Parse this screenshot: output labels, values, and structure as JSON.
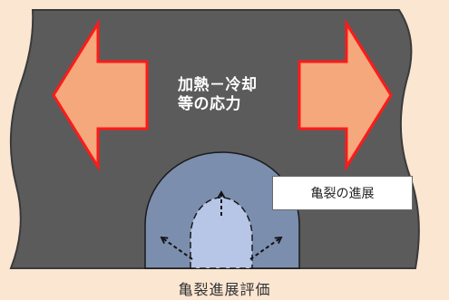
{
  "diagram": {
    "stress_label_line1": "加熱－冷却",
    "stress_label_line2": "等の応力",
    "crack_label": "亀裂の進展",
    "caption": "亀裂進展評価"
  },
  "colors": {
    "background": "#fbe6d2",
    "material": "#5b5b5b",
    "arrow_fill": "#f4a87c",
    "arrow_stroke": "#ff1a1a",
    "crack_outer": "#7c8eae",
    "crack_inner": "#b7c6e6"
  },
  "icons": [
    "left-arrow-icon",
    "right-arrow-icon",
    "crack-direction-arrows"
  ]
}
